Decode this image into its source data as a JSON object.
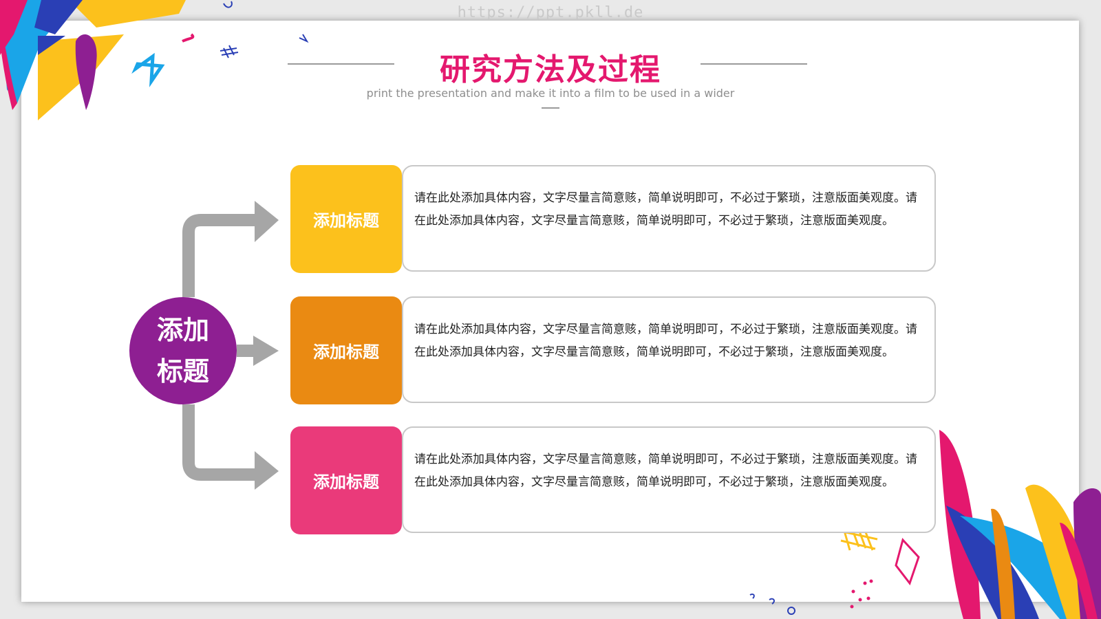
{
  "watermark": "https://ppt.pkll.de",
  "header": {
    "title": "研究方法及过程",
    "subtitle": "print the presentation and make it into a film to be used in a wider"
  },
  "hub": {
    "label": "添加标题"
  },
  "items": [
    {
      "label": "添加标题",
      "color": "#fcc11c",
      "text": "请在此处添加具体内容，文字尽量言简意赅，简单说明即可，不必过于繁琐，注意版面美观度。请在此处添加具体内容，文字尽量言简意赅，简单说明即可，不必过于繁琐，注意版面美观度。"
    },
    {
      "label": "添加标题",
      "color": "#ea8a12",
      "text": "请在此处添加具体内容，文字尽量言简意赅，简单说明即可，不必过于繁琐，注意版面美观度。请在此处添加具体内容，文字尽量言简意赅，简单说明即可，不必过于繁琐，注意版面美观度。"
    },
    {
      "label": "添加标题",
      "color": "#ea3a7a",
      "text": "请在此处添加具体内容，文字尽量言简意赅，简单说明即可，不必过于繁琐，注意版面美观度。请在此处添加具体内容，文字尽量言简意赅，简单说明即可，不必过于繁琐，注意版面美观度。"
    }
  ],
  "colors": {
    "accent": "#e4186e",
    "hub": "#8e1f92",
    "arrow": "#a6a6a6"
  }
}
